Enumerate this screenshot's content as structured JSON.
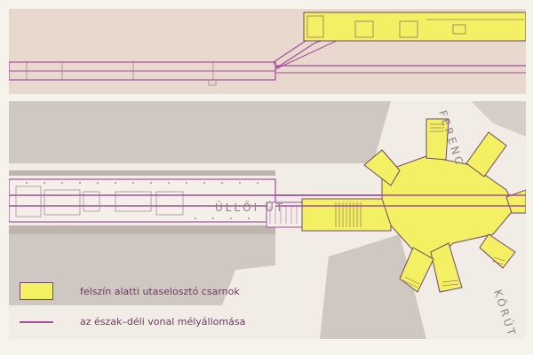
{
  "map": {
    "street_labels": {
      "ulloi": "ÜLLŐI ÚT",
      "ferenc": "FERENC",
      "korut": "KÖRÚT"
    },
    "legend": [
      {
        "symbol": "yellow-fill",
        "text": "felszín alatti utaselosztó csarnok"
      },
      {
        "symbol": "purple-line",
        "text": "az észak–déli vonal mélyállomása"
      }
    ],
    "colors": {
      "hall": "#f3f063",
      "deep_line": "#a14e9b",
      "section_bg": "#e8d8ce",
      "plan_bg": "#cfc7c1"
    }
  }
}
